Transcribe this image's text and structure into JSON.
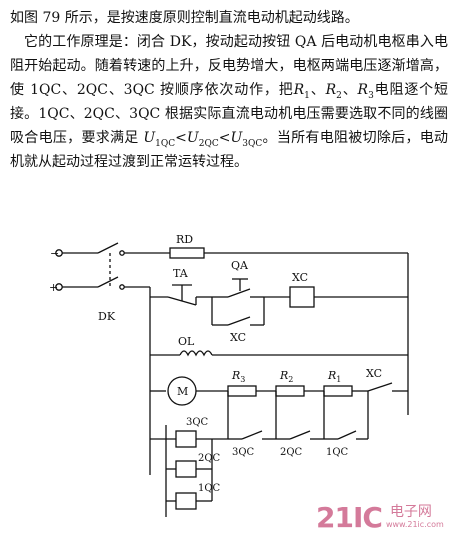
{
  "text": {
    "line1": "如图 79 所示，是按速度原则控制直流电动机起动线路。",
    "line2": "它的工作原理是：闭合 DK，按动起动按钮 QA 后电动机电枢串入电阻开始起动。随着转速的上升，反电势增大，电枢两端电压逐渐增高，使 1QC、2QC、3QC 按顺序依次动作，把",
    "r_list_vars": [
      "R",
      "R",
      "R"
    ],
    "r_list_subs": [
      "1",
      "2",
      "3"
    ],
    "line_after_r": "电阻逐个短接。1QC、2QC、3QC 根据实际直流电动机电压需要选取不同的线圈吸合电压，要求满足",
    "cond_u1": "U",
    "cond_u1_sub": "1QC",
    "cond_lt1": "<",
    "cond_u2": "U",
    "cond_u2_sub": "2QC",
    "cond_lt2": "<",
    "cond_u3": "U",
    "cond_u3_sub": "3QC",
    "line_end": "。当所有电阻被切除后，电动机就从起动过程过渡到正常运转过程。"
  },
  "diagram": {
    "minus_sign": "−",
    "plus_sign": "+",
    "dk": "DK",
    "rd": "RD",
    "ta": "TA",
    "qa": "QA",
    "xc_top": "XC",
    "xc_aux": "XC",
    "ol": "OL",
    "motor": "M",
    "r3": "R",
    "r3_sub": "3",
    "r2": "R",
    "r2_sub": "2",
    "r1": "R",
    "r1_sub": "1",
    "xc_main": "XC",
    "coil_3qc": "3QC",
    "coil_2qc": "2QC",
    "coil_1qc": "1QC",
    "contact_3qc": "3QC",
    "contact_2qc": "2QC",
    "contact_1qc": "1QC"
  },
  "watermark": {
    "number": "21IC",
    "cn": "电子网",
    "sub": "www.21ic.com"
  }
}
